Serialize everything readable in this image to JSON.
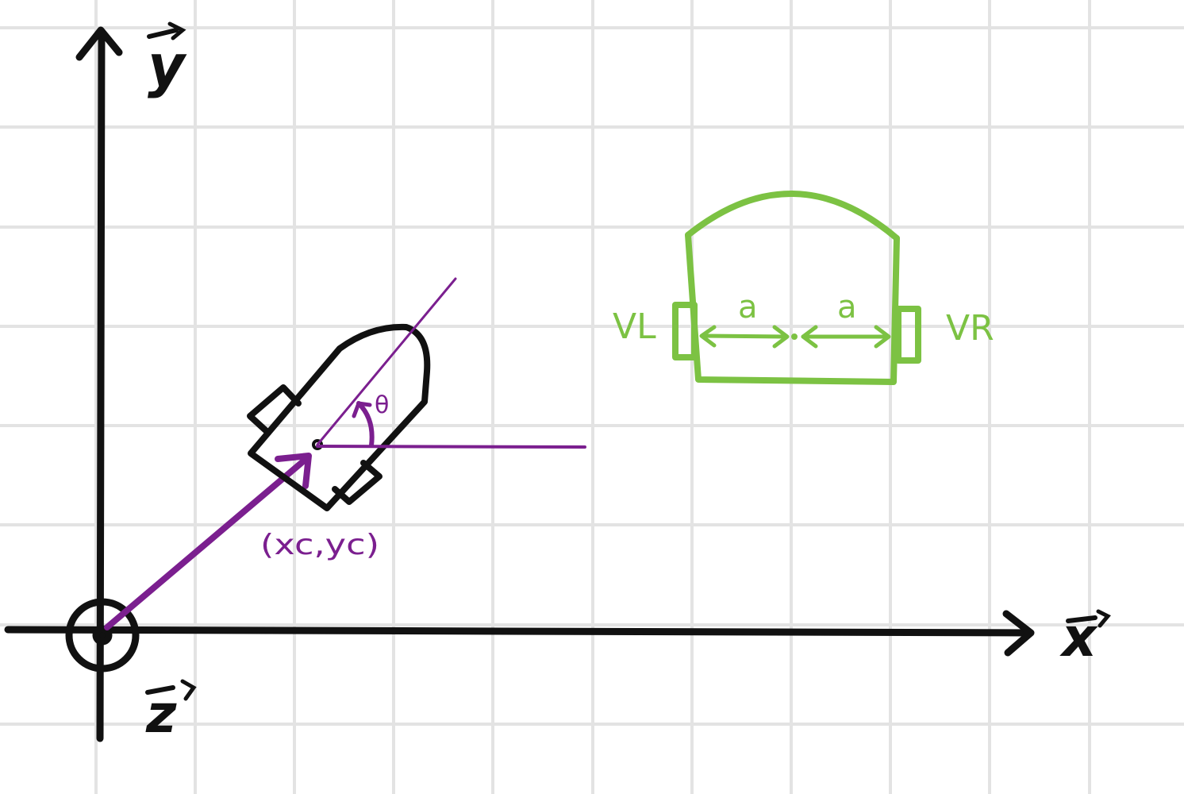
{
  "axes": {
    "x_label": "x",
    "y_label": "y",
    "z_label": "z"
  },
  "robot_pose": {
    "position_label": "(xc,yc)",
    "angle_label": "θ"
  },
  "robot_detail": {
    "left_velocity_label": "VL",
    "right_velocity_label": "VR",
    "half_width_left_label": "a",
    "half_width_right_label": "a"
  },
  "colors": {
    "grid": "#e3e3e3",
    "axes": "#111111",
    "pose": "#7b1f8f",
    "detail": "#7cc243"
  }
}
